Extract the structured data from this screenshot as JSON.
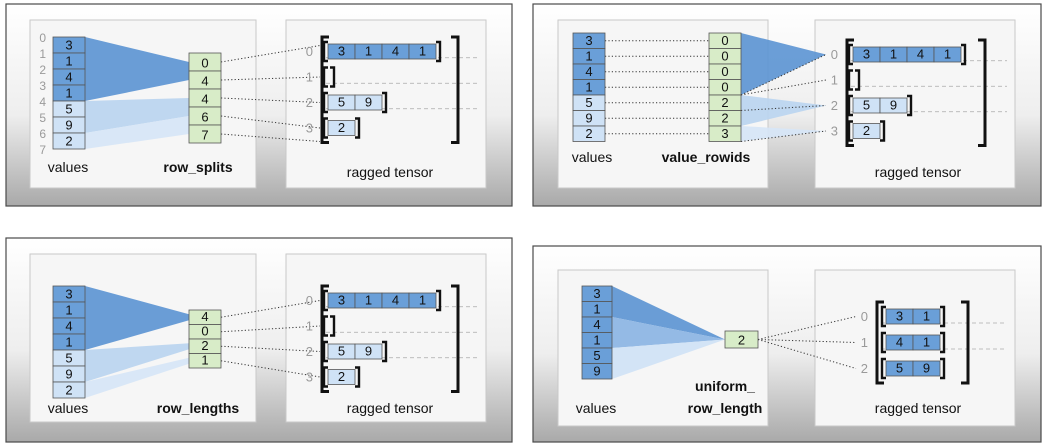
{
  "colors": {
    "dark_blue": "#6a9fd8",
    "light_blue": "#cfe2f6",
    "green": "#d8ecc8",
    "gray_index": "#9a9a9a",
    "frame_border": "#4a4a4a"
  },
  "panels": [
    {
      "id": "row-splits",
      "values": [
        "3",
        "1",
        "4",
        "1",
        "5",
        "9",
        "2"
      ],
      "value_indices": [
        "0",
        "1",
        "2",
        "3",
        "4",
        "5",
        "6",
        "7"
      ],
      "values_label": "values",
      "encoding_label_lines": [
        "row_splits"
      ],
      "encoding_values": [
        "0",
        "4",
        "4",
        "6",
        "7"
      ],
      "ragged_label": "ragged tensor",
      "row_indices": [
        "0",
        "1",
        "2",
        "3"
      ],
      "rows": [
        [
          "3",
          "1",
          "4",
          "1"
        ],
        [],
        [
          "5",
          "9"
        ],
        [
          "2"
        ]
      ]
    },
    {
      "id": "value-rowids",
      "values": [
        "3",
        "1",
        "4",
        "1",
        "5",
        "9",
        "2"
      ],
      "value_indices": [],
      "values_label": "values",
      "encoding_label_lines": [
        "value_rowids"
      ],
      "encoding_values": [
        "0",
        "0",
        "0",
        "0",
        "2",
        "2",
        "3"
      ],
      "ragged_label": "ragged tensor",
      "row_indices": [
        "0",
        "1",
        "2",
        "3"
      ],
      "rows": [
        [
          "3",
          "1",
          "4",
          "1"
        ],
        [],
        [
          "5",
          "9"
        ],
        [
          "2"
        ]
      ]
    },
    {
      "id": "row-lengths",
      "values": [
        "3",
        "1",
        "4",
        "1",
        "5",
        "9",
        "2"
      ],
      "value_indices": [],
      "values_label": "values",
      "encoding_label_lines": [
        "row_lengths"
      ],
      "encoding_values": [
        "4",
        "0",
        "2",
        "1"
      ],
      "ragged_label": "ragged tensor",
      "row_indices": [
        "0",
        "1",
        "2",
        "3"
      ],
      "rows": [
        [
          "3",
          "1",
          "4",
          "1"
        ],
        [],
        [
          "5",
          "9"
        ],
        [
          "2"
        ]
      ]
    },
    {
      "id": "uniform-row-length",
      "values": [
        "3",
        "1",
        "4",
        "1",
        "5",
        "9"
      ],
      "value_indices": [],
      "values_label": "values",
      "encoding_label_lines": [
        "uniform_",
        "row_length"
      ],
      "encoding_values": [
        "2"
      ],
      "ragged_label": "ragged tensor",
      "row_indices": [
        "0",
        "1",
        "2"
      ],
      "rows": [
        [
          "3",
          "1"
        ],
        [
          "4",
          "1"
        ],
        [
          "5",
          "9"
        ]
      ]
    }
  ]
}
